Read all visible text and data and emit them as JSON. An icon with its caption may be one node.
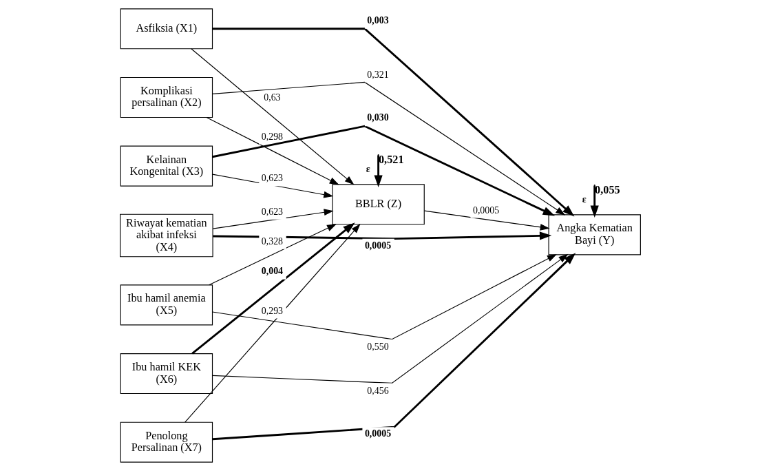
{
  "diagram": {
    "nodes": [
      {
        "text": [
          "Asfiksia (X1)"
        ]
      },
      {
        "text": [
          "Komplikasi persalinan (X2)"
        ]
      },
      {
        "text": [
          "Kelainan Kongenital (X3)"
        ]
      },
      {
        "text": [
          "Riwayat kematian akibat infeksi (X4)"
        ]
      },
      {
        "text": [
          "Ibu hamil anemia (X5)"
        ]
      },
      {
        "text": [
          "Ibu hamil KEK (X6)"
        ]
      },
      {
        "text": [
          "Penolong Persalinan (X7)"
        ]
      },
      {
        "text": [
          "BBLR (Z)"
        ],
        "beside": [
          "0,521"
        ]
      },
      {
        "text": [
          "Angka Kematian Bayi (Y)"
        ],
        "beside": [
          "0,055"
        ]
      }
    ],
    "edges": [
      {
        "from": 0,
        "to": 7,
        "arrow": "to",
        "label": "0,63"
      },
      {
        "from": 0,
        "to": 8,
        "arrow": "to",
        "label": "0,003",
        "style": "thick"
      },
      {
        "from": 1,
        "to": 7,
        "arrow": "to",
        "label": "0,298"
      },
      {
        "from": 1,
        "to": 8,
        "arrow": "to",
        "label": "0,321"
      },
      {
        "from": 2,
        "to": 7,
        "arrow": "to",
        "label": "0,623"
      },
      {
        "from": 2,
        "to": 8,
        "arrow": "to",
        "label": "0,030",
        "style": "thick"
      },
      {
        "from": 3,
        "to": 7,
        "arrow": "to",
        "label": "0,623"
      },
      {
        "from": 3,
        "to": 8,
        "arrow": "to",
        "label": "0,0005",
        "style": "thick"
      },
      {
        "from": 4,
        "to": 7,
        "arrow": "to",
        "label": "0,328"
      },
      {
        "from": 4,
        "to": 8,
        "arrow": "to",
        "label": "0,550"
      },
      {
        "from": 5,
        "to": 7,
        "arrow": "to",
        "label": "0,004",
        "style": "thick"
      },
      {
        "from": 5,
        "to": 8,
        "arrow": "to",
        "label": "0,456"
      },
      {
        "from": 6,
        "to": 7,
        "arrow": "to",
        "label": "0,293"
      },
      {
        "from": 6,
        "to": 8,
        "arrow": "to",
        "label": "0,0005",
        "style": "thick"
      },
      {
        "from": 7,
        "to": 8,
        "arrow": "to",
        "label": "0,0005"
      },
      {
        "from": null,
        "to": 7,
        "arrow": "to",
        "label": "ε",
        "style": "thick"
      },
      {
        "from": null,
        "to": 8,
        "arrow": "to",
        "label": "ε",
        "style": "thick"
      }
    ]
  }
}
